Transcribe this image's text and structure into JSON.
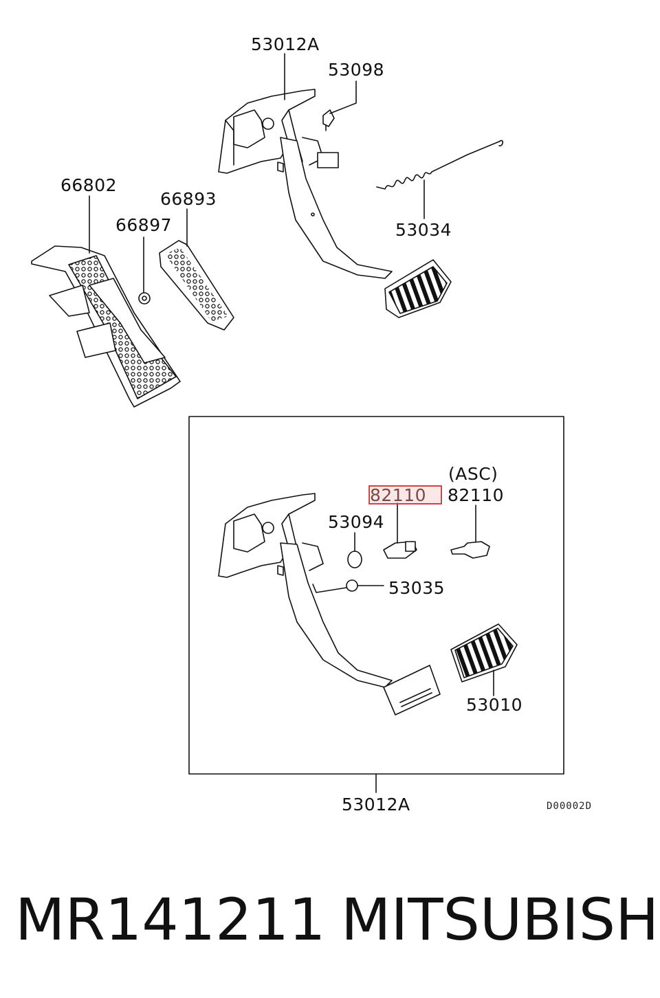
{
  "diagram": {
    "labels": {
      "top_assembly": "53012A",
      "bolt_top": "53098",
      "spring": "53034",
      "accel_pedal": "66802",
      "accel_pad": "66893",
      "nut": "66897",
      "asc_note": "(ASC)",
      "switch_highlighted": "82110",
      "switch_asc": "82110",
      "stopper": "53094",
      "bushing": "53035",
      "brake_pad": "53010",
      "bottom_assembly": "53012A",
      "diagram_code": "D00002D"
    },
    "highlight_color": "#d94040"
  },
  "caption": {
    "part_number": "MR141211",
    "brand": "MITSUBISHI"
  }
}
